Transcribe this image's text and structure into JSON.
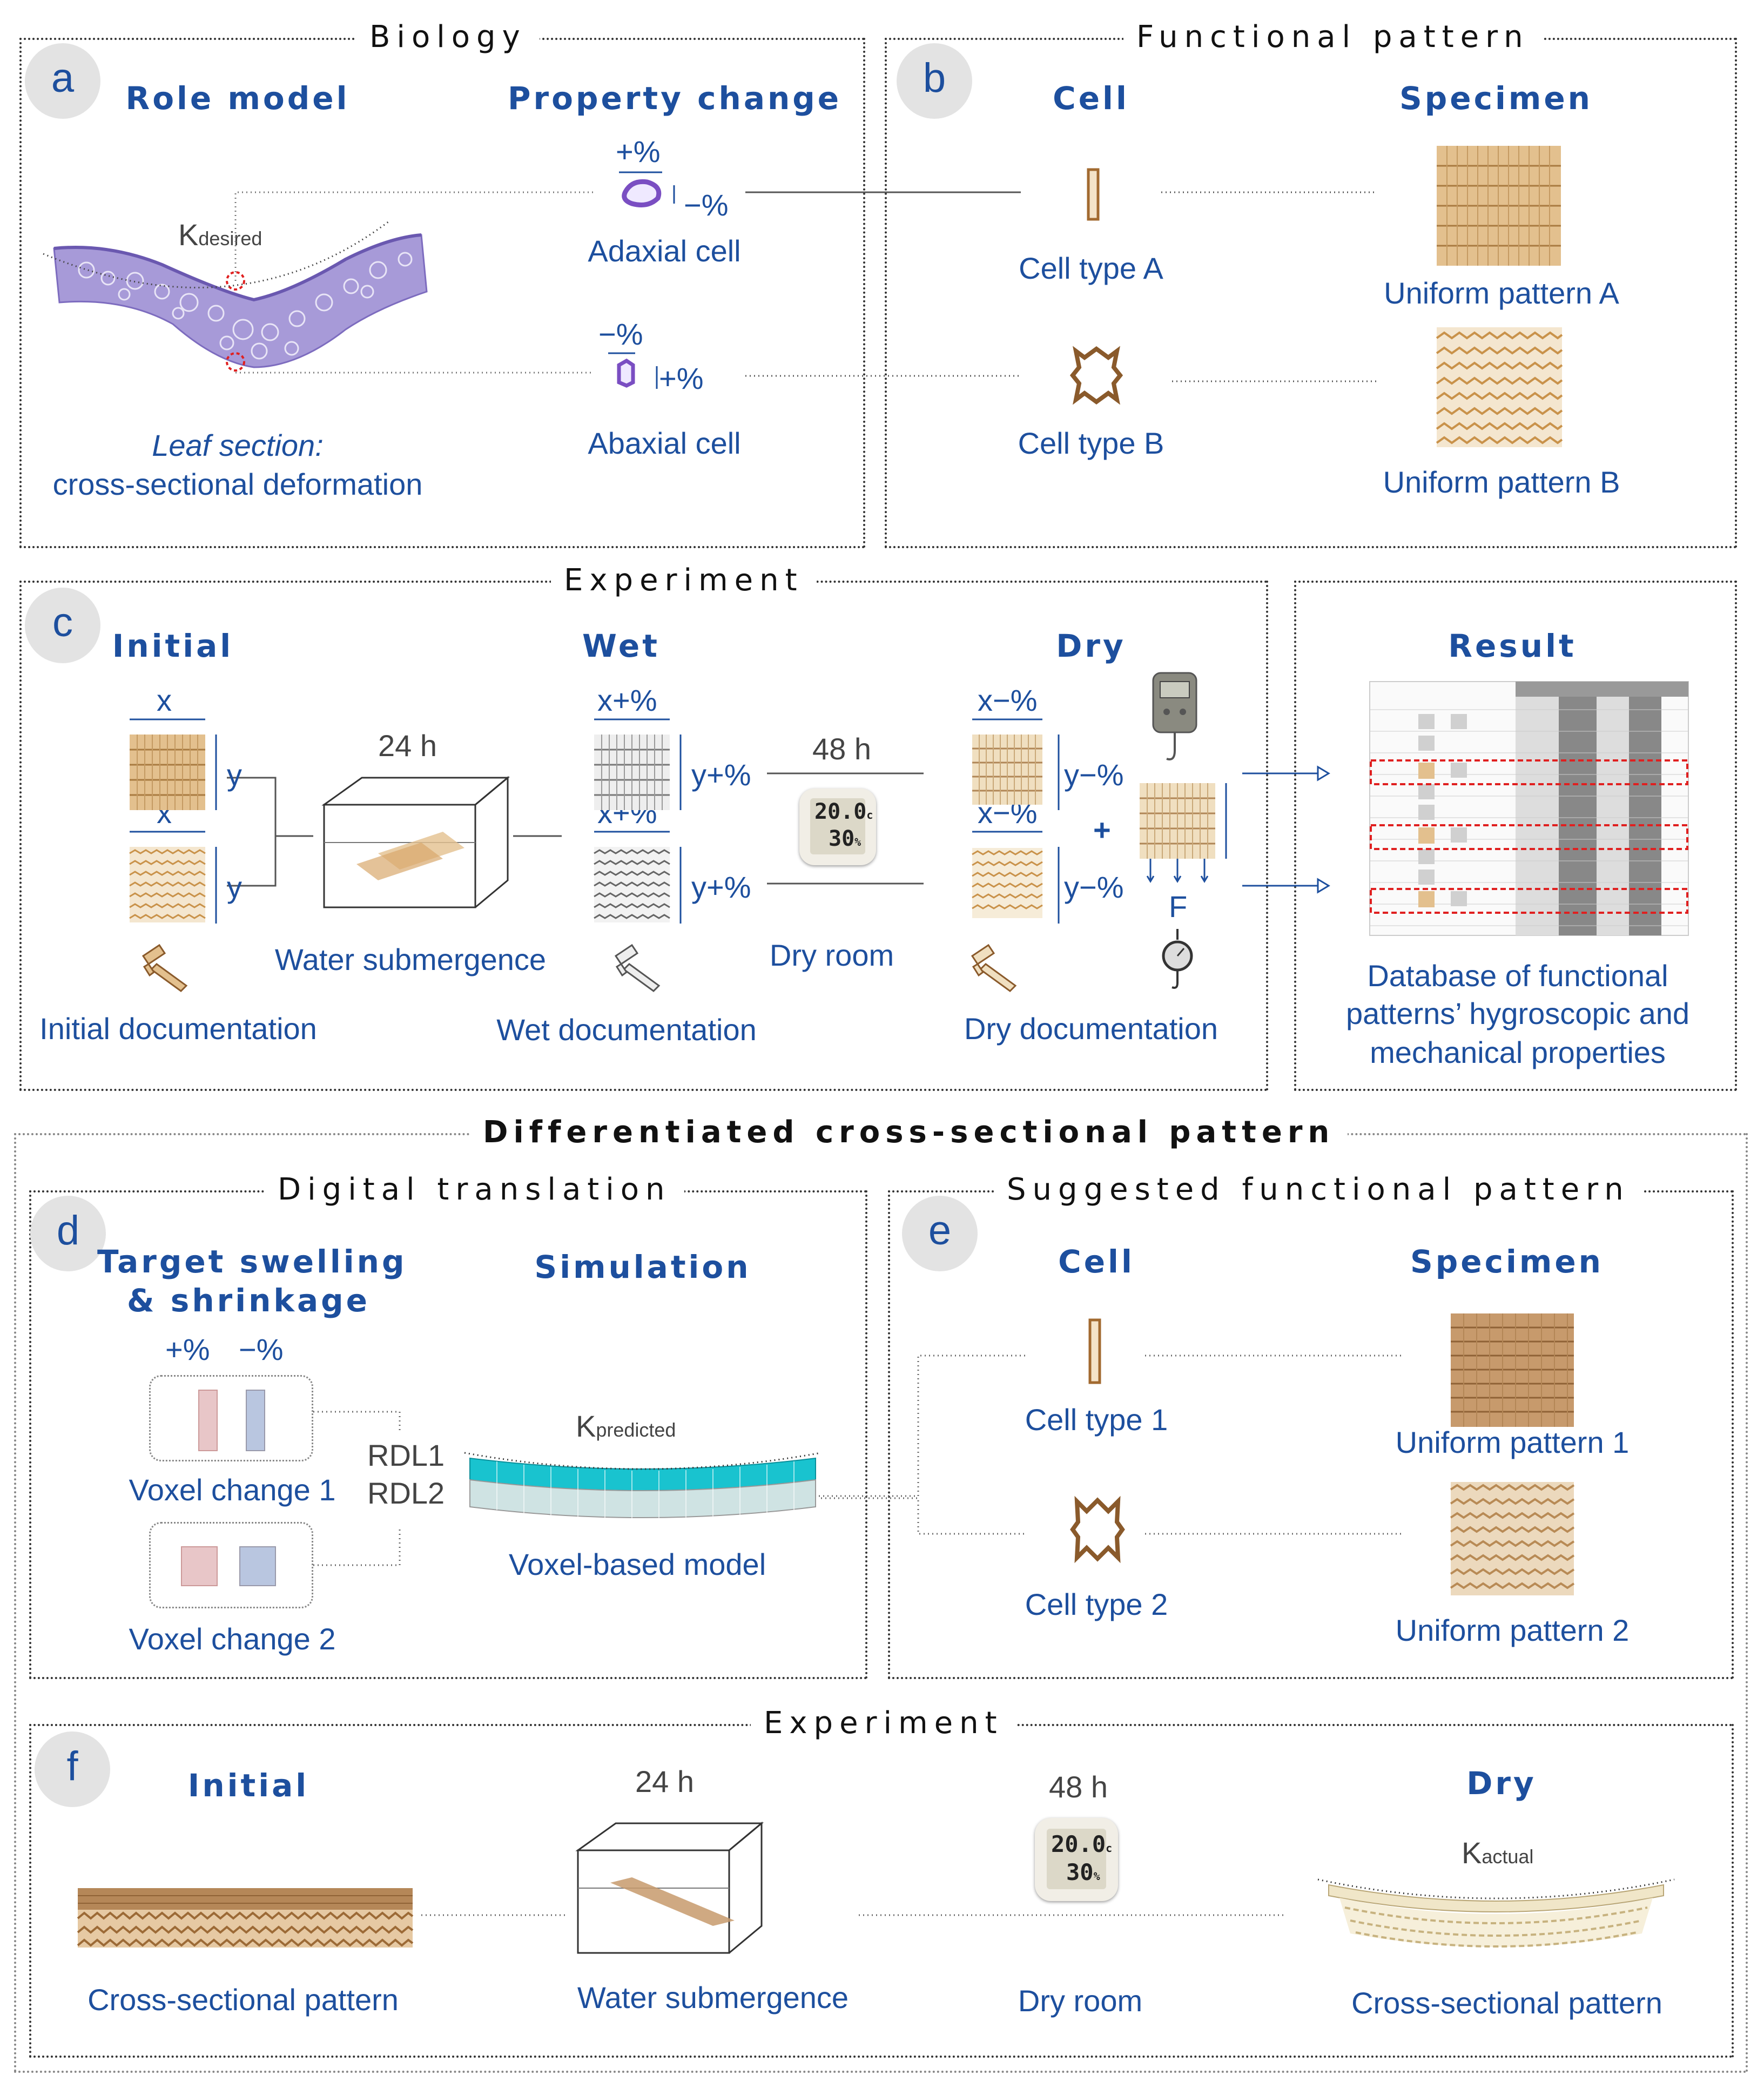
{
  "sections": {
    "biology": "Biology",
    "functional_pattern": "Functional pattern",
    "experiment_c": "Experiment",
    "differentiated": "Differentiated cross-sectional pattern",
    "digital_translation": "Digital translation",
    "suggested": "Suggested functional pattern",
    "experiment_f": "Experiment"
  },
  "panel_a": {
    "letter": "a",
    "role_model": "Role model",
    "property_change": "Property change",
    "k_desired": "K",
    "k_desired_sub": "desired",
    "plus_pct_top": "+%",
    "minus_pct_side": "−%",
    "adaxial": "Adaxial cell",
    "minus_pct_top": "−%",
    "plus_pct_side": "+%",
    "abaxial": "Abaxial cell",
    "leaf_section": "Leaf section:",
    "leaf_desc": "cross-sectional deformation"
  },
  "panel_b": {
    "letter": "b",
    "cell": "Cell",
    "specimen": "Specimen",
    "cell_a": "Cell type A",
    "pattern_a": "Uniform pattern A",
    "cell_b": "Cell type B",
    "pattern_b": "Uniform pattern B"
  },
  "panel_c": {
    "letter": "c",
    "initial": "Initial",
    "wet": "Wet",
    "dry": "Dry",
    "x": "x",
    "y": "y",
    "h24": "24 h",
    "h48": "48 h",
    "x_plus": "x+%",
    "y_plus": "y+%",
    "x_minus": "x−%",
    "y_minus": "y−%",
    "plus": "+",
    "force": "F",
    "water": "Water submergence",
    "dry_room": "Dry room",
    "thermo_temp": "20.0",
    "thermo_unit": "c",
    "thermo_hum": "30",
    "thermo_hum_unit": "%",
    "initial_doc": "Initial documentation",
    "wet_doc": "Wet documentation",
    "dry_doc": "Dry documentation"
  },
  "result": {
    "title": "Result",
    "line1": "Database of functional",
    "line2": "patterns’ hygroscopic and",
    "line3": "mechanical properties"
  },
  "panel_d": {
    "letter": "d",
    "target1": "Target swelling",
    "target2": "& shrinkage",
    "simulation": "Simulation",
    "plus": "+%",
    "minus": "−%",
    "voxel1": "Voxel change 1",
    "voxel2": "Voxel change 2",
    "rdl1": "RDL1",
    "rdl2": "RDL2",
    "k_pred": "K",
    "k_pred_sub": "predicted",
    "voxel_model": "Voxel-based model"
  },
  "panel_e": {
    "letter": "e",
    "cell": "Cell",
    "specimen": "Specimen",
    "cell1": "Cell type 1",
    "pattern1": "Uniform pattern 1",
    "cell2": "Cell type 2",
    "pattern2": "Uniform pattern 2"
  },
  "panel_f": {
    "letter": "f",
    "initial": "Initial",
    "h24": "24 h",
    "h48": "48 h",
    "dry": "Dry",
    "k_actual": "K",
    "k_actual_sub": "actual",
    "cs_pattern": "Cross-sectional pattern",
    "water": "Water submergence",
    "dry_room": "Dry room",
    "cs_pattern2": "Cross-sectional pattern"
  },
  "colors": {
    "accent_blue": "#1d4f9e",
    "wood": "#c49a62",
    "wood_dark": "#8a5a2b",
    "leaf_purple": "#9a8ad0",
    "cyan": "#19c3cf",
    "pink_voxel": "#e8c6c8",
    "blue_voxel": "#b9c6e0",
    "highlight_red": "#e02020"
  }
}
